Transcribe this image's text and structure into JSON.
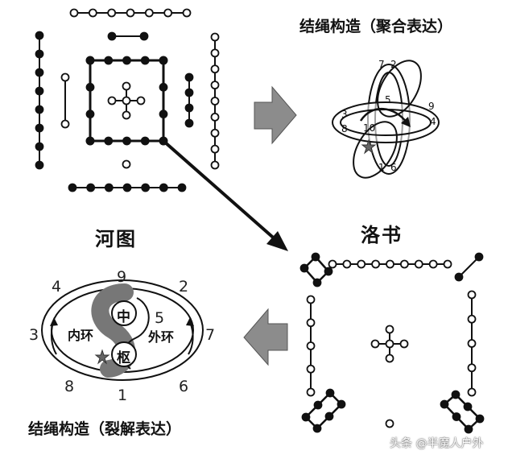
{
  "labels": {
    "hetu": "河图",
    "luoshu": "洛书",
    "knot_combined": "结绳构造（聚合表达）",
    "knot_split": "结绳构造（裂解表达）",
    "inner_ring": "内环",
    "outer_ring": "外环",
    "center": "中",
    "pivot": "枢",
    "watermark": "头条 @半魔人户外"
  },
  "knot_numbers": [
    "7",
    "2",
    "5",
    "9",
    "4",
    "3",
    "8",
    "10",
    "1",
    "6"
  ],
  "ring_numbers": [
    "4",
    "9",
    "2",
    "3",
    "5",
    "7",
    "8",
    "1",
    "6"
  ],
  "colors": {
    "ink": "#111111",
    "arrow_gray": "#8c8c8c",
    "yin_gray": "#777777"
  }
}
